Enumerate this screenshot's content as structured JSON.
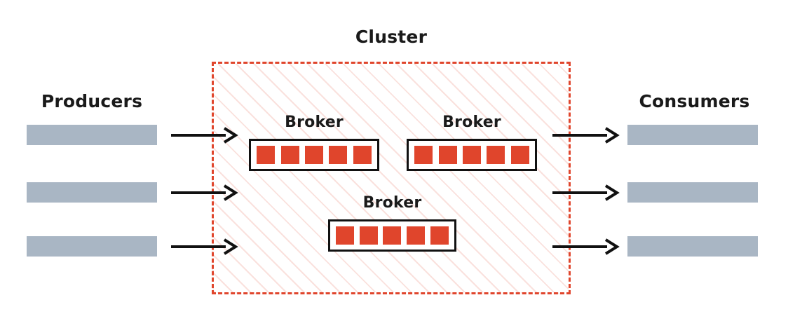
{
  "diagram": {
    "title": "Cluster",
    "colors": {
      "accent_red": "#e0452c",
      "bar_blue_gray": "#a9b6c4",
      "border_black": "#111111",
      "hatch_pink": "#fadedc",
      "background": "#ffffff"
    }
  },
  "left_group": {
    "label": "Producers",
    "nodes": [
      {
        "name": "producer-1"
      },
      {
        "name": "producer-2"
      },
      {
        "name": "producer-3"
      }
    ]
  },
  "right_group": {
    "label": "Consumers",
    "nodes": [
      {
        "name": "consumer-1"
      },
      {
        "name": "consumer-2"
      },
      {
        "name": "consumer-3"
      }
    ]
  },
  "cluster": {
    "label": "Cluster",
    "brokers": [
      {
        "label": "Broker",
        "partition_count": 5
      },
      {
        "label": "Broker",
        "partition_count": 5
      },
      {
        "label": "Broker",
        "partition_count": 5
      }
    ]
  },
  "arrows": {
    "inbound": [
      {
        "name": "producer-1-to-cluster"
      },
      {
        "name": "producer-2-to-cluster"
      },
      {
        "name": "producer-3-to-cluster"
      }
    ],
    "outbound": [
      {
        "name": "cluster-to-consumer-1"
      },
      {
        "name": "cluster-to-consumer-2"
      },
      {
        "name": "cluster-to-consumer-3"
      }
    ]
  }
}
